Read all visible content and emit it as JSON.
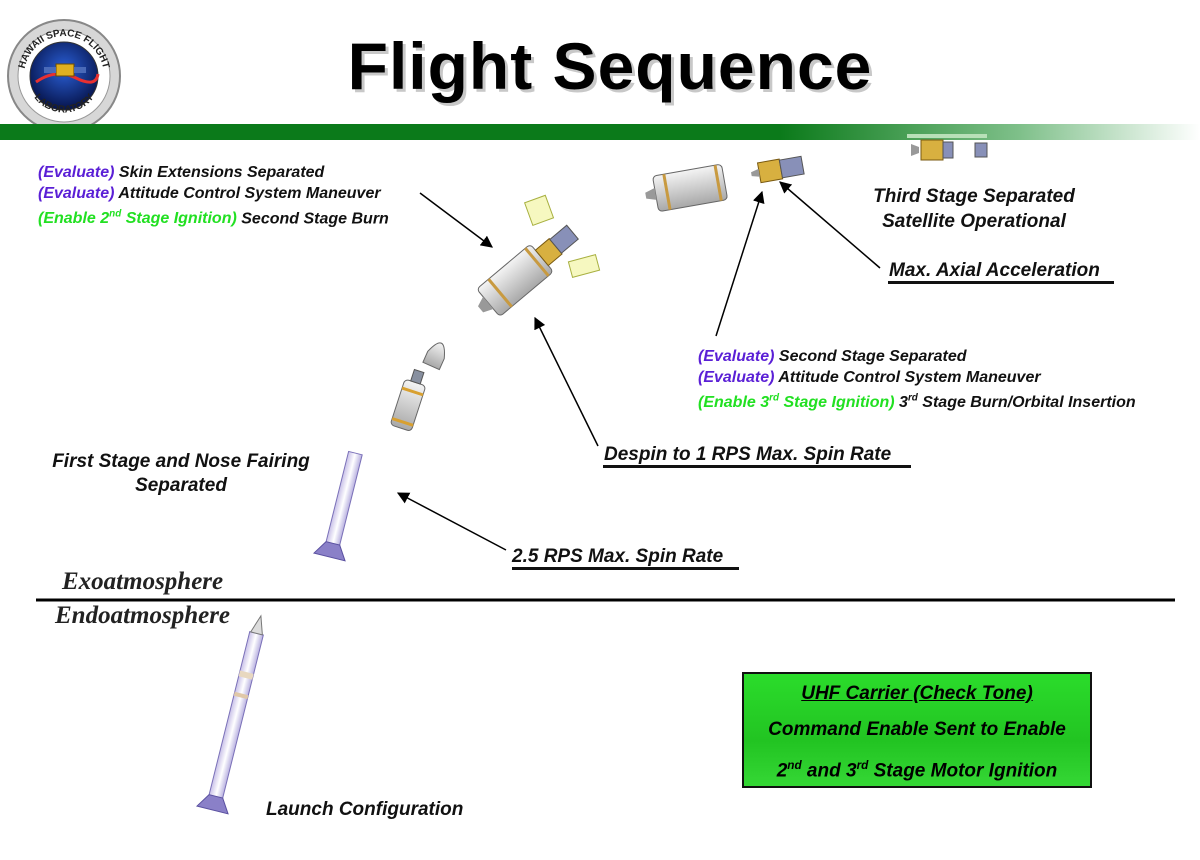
{
  "slide": {
    "title": "Flight Sequence",
    "logo": {
      "top_text": "HAWAII SPACE FLIGHT",
      "bottom_text": "LABORATORY"
    }
  },
  "upper_left_block": {
    "line1": {
      "tag": "(Evaluate)",
      "text": " Skin Extensions Separated"
    },
    "line2": {
      "tag": "(Evaluate)",
      "text": " Attitude Control System Maneuver"
    },
    "line3": {
      "tag_main": "(Enable 2",
      "tag_sup": "nd",
      "tag_end": " Stage Ignition)",
      "text": " Second Stage Burn"
    }
  },
  "labels": {
    "third_stage_line1": "Third Stage Separated",
    "third_stage_line2": "Satellite Operational",
    "max_axial": "Max. Axial Acceleration",
    "despin": "Despin to 1 RPS Max. Spin Rate",
    "first_stage_line1": "First Stage and Nose Fairing",
    "first_stage_line2": "Separated",
    "spin_rate": "2.5 RPS Max. Spin Rate",
    "exo": "Exoatmosphere",
    "endo": "Endoatmosphere",
    "launch": "Launch Configuration"
  },
  "right_block": {
    "line1": {
      "tag": "(Evaluate)",
      "text": " Second Stage Separated"
    },
    "line2": {
      "tag": "(Evaluate)",
      "text": " Attitude Control System Maneuver"
    },
    "line3": {
      "tag_main": "(Enable 3",
      "tag_sup": "rd",
      "tag_end": " Stage Ignition)",
      "text_main": " 3",
      "text_sup": "rd",
      "text_end": " Stage Burn/Orbital Insertion"
    }
  },
  "callout": {
    "line1": "UHF Carrier (Check Tone)",
    "line2": "Command Enable Sent to Enable",
    "line3_a": "2",
    "line3_sup1": "nd",
    "line3_b": " and 3",
    "line3_sup2": "rd",
    "line3_c": " Stage Motor Ignition"
  },
  "colors": {
    "evaluate": "#5a1fd6",
    "enable": "#22e022",
    "header_bar": "#0b7a1a",
    "callout_bg": "#2bdc2b"
  }
}
